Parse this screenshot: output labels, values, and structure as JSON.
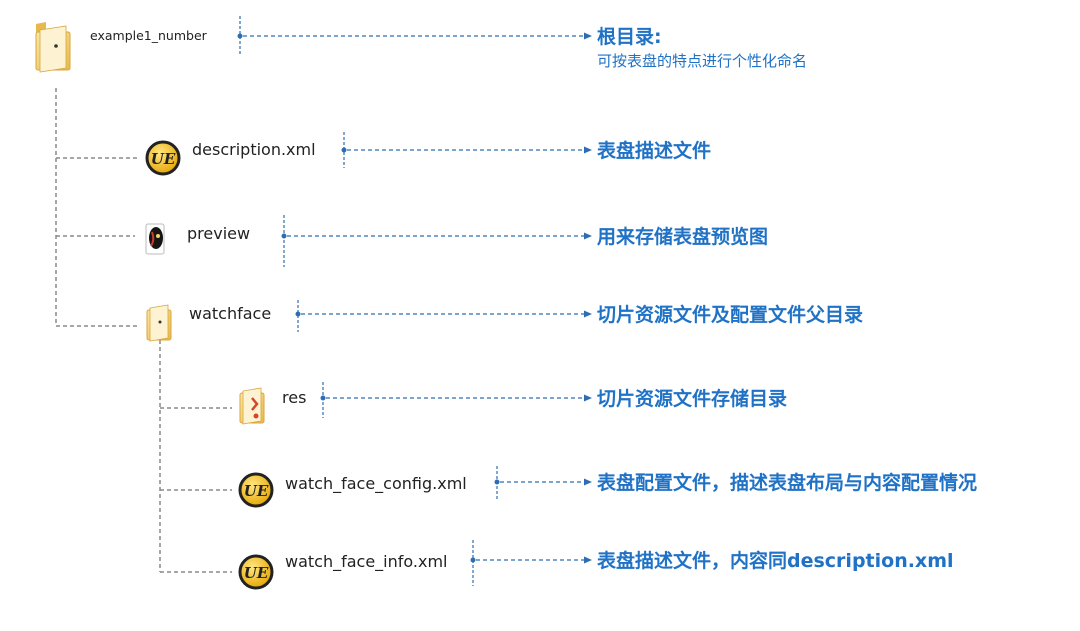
{
  "nodes": {
    "root": {
      "name": "example1_number",
      "title": "根目录:",
      "subtitle": "可按表盘的特点进行个性化命名"
    },
    "description": {
      "name": "description.xml",
      "desc": "表盘描述文件"
    },
    "preview": {
      "name": "preview",
      "desc": "用来存储表盘预览图"
    },
    "watchface": {
      "name": "watchface",
      "desc": "切片资源文件及配置文件父目录"
    },
    "res": {
      "name": "res",
      "desc": "切片资源文件存储目录"
    },
    "config": {
      "name": "watch_face_config.xml",
      "desc": "表盘配置文件，描述表盘布局与内容配置情况"
    },
    "info": {
      "name": "watch_face_info.xml",
      "desc": "表盘描述文件，内容同description.xml"
    }
  },
  "icons": {
    "root": "folder-icon",
    "description": "ue-file-icon",
    "preview": "image-folder-icon",
    "watchface": "folder-icon",
    "res": "folder-icon",
    "config": "ue-file-icon",
    "info": "ue-file-icon"
  },
  "colors": {
    "accent": "#1f72c6",
    "tree": "#8a8a8a",
    "folder": "#f2cf6e",
    "ue_badge": "#f6c21a"
  }
}
